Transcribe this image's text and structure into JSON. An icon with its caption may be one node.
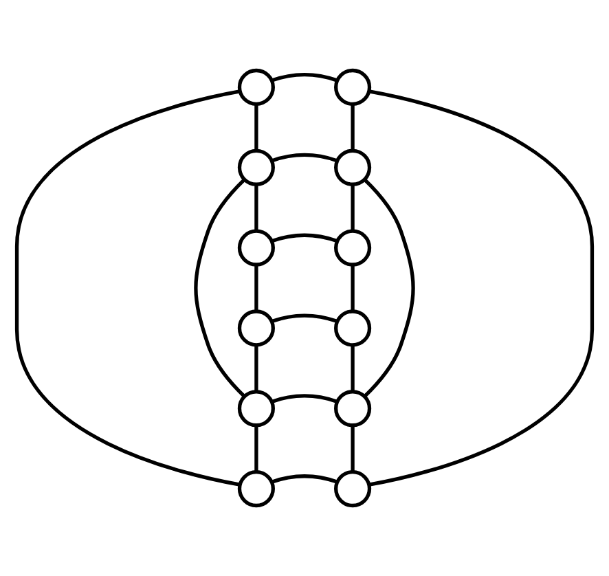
{
  "diagram": {
    "nodes": [
      {
        "text": [],
        "shape": "circle"
      },
      {
        "text": [],
        "shape": "circle"
      },
      {
        "text": [],
        "shape": "circle"
      },
      {
        "text": [],
        "shape": "circle"
      },
      {
        "text": [],
        "shape": "circle"
      },
      {
        "text": [],
        "shape": "circle"
      },
      {
        "text": [],
        "shape": "circle"
      },
      {
        "text": [],
        "shape": "circle"
      },
      {
        "text": [],
        "shape": "circle"
      },
      {
        "text": [],
        "shape": "circle"
      },
      {
        "text": [],
        "shape": "circle"
      },
      {
        "text": [],
        "shape": "circle"
      }
    ],
    "edges": [
      {
        "from": 0,
        "to": 1,
        "arrow": "none"
      },
      {
        "from": 1,
        "to": 11,
        "arrow": "none"
      },
      {
        "from": 10,
        "to": 11,
        "arrow": "none"
      },
      {
        "from": 0,
        "to": 10,
        "arrow": "none"
      },
      {
        "from": 2,
        "to": 3,
        "arrow": "none"
      },
      {
        "from": 3,
        "to": 9,
        "arrow": "none"
      },
      {
        "from": 8,
        "to": 9,
        "arrow": "none"
      },
      {
        "from": 2,
        "to": 8,
        "arrow": "none"
      },
      {
        "from": 4,
        "to": 5,
        "arrow": "none"
      },
      {
        "from": 5,
        "to": 7,
        "arrow": "none"
      },
      {
        "from": 6,
        "to": 7,
        "arrow": "none"
      },
      {
        "from": 4,
        "to": 6,
        "arrow": "none"
      },
      {
        "from": 0,
        "to": 2,
        "arrow": "none"
      },
      {
        "from": 2,
        "to": 4,
        "arrow": "none"
      },
      {
        "from": 1,
        "to": 3,
        "arrow": "none"
      },
      {
        "from": 3,
        "to": 5,
        "arrow": "none"
      },
      {
        "from": 8,
        "to": 10,
        "arrow": "none"
      },
      {
        "from": 6,
        "to": 8,
        "arrow": "none"
      },
      {
        "from": 9,
        "to": 11,
        "arrow": "none"
      },
      {
        "from": 7,
        "to": 9,
        "arrow": "none"
      }
    ]
  }
}
